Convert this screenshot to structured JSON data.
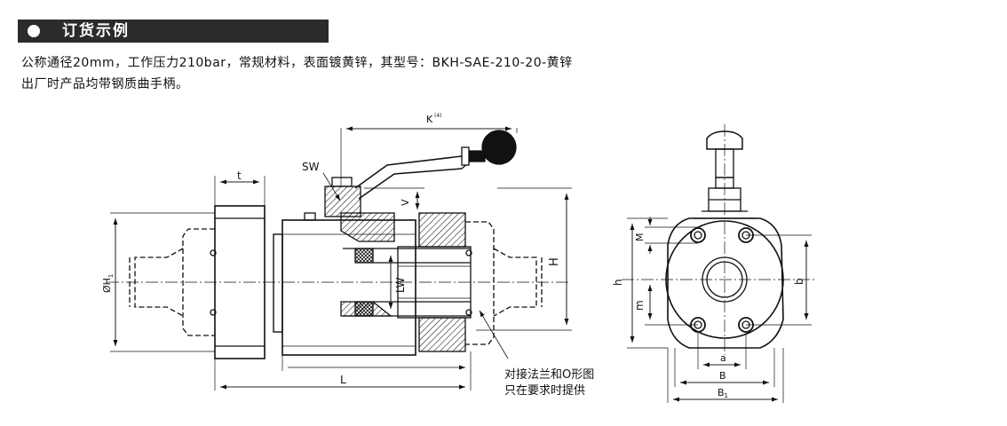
{
  "header": {
    "title": "订货示例"
  },
  "description": {
    "line1": "公称通径20mm，工作压力210bar，常规材料，表面镀黄锌，其型号：BKH-SAE-210-20-黄锌",
    "line2": "出厂时产品均带钢质曲手柄。"
  },
  "labels": {
    "K": "K",
    "K_sup": "(4)",
    "SW": "SW",
    "t": "t",
    "V": "V",
    "H": "H",
    "H1": "ØH",
    "H1_sub": "1",
    "LW": "LW",
    "L": "L",
    "h": "h",
    "M": "M",
    "m": "m",
    "b": "b",
    "a": "a",
    "B": "B",
    "B1": "B",
    "B1_sub": "1"
  },
  "note": {
    "line1": "对接法兰和O形图",
    "line2": "只在要求时提供"
  },
  "colors": {
    "header_bg": "#2b2b2b",
    "line": "#111111"
  }
}
